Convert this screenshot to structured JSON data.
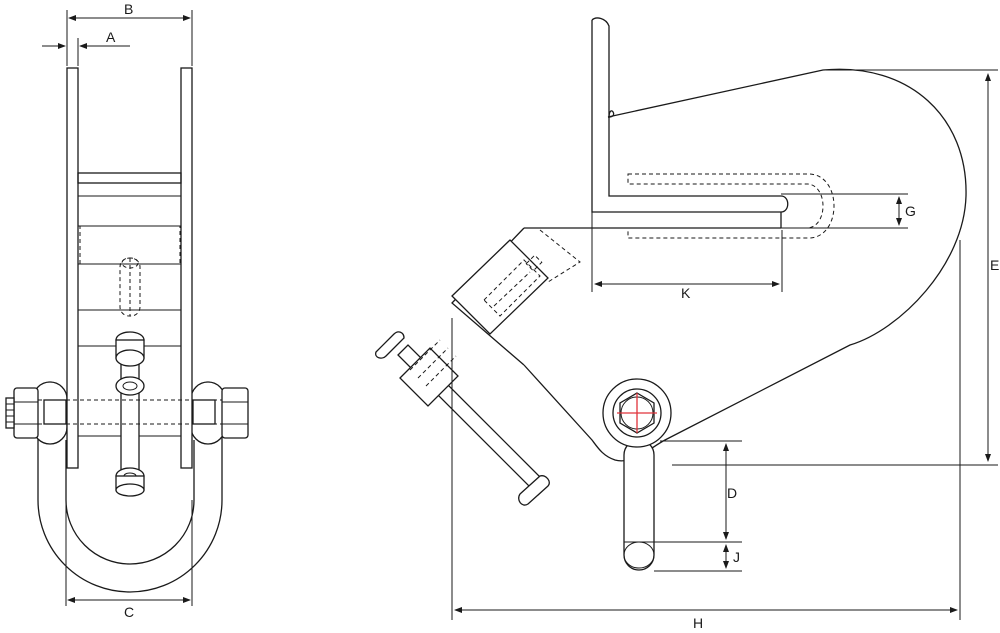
{
  "labels": {
    "A": "A",
    "B": "B",
    "C": "C",
    "D": "D",
    "E": "E",
    "G": "G",
    "H": "H",
    "J": "J",
    "K": "K"
  },
  "colors": {
    "line": "#1a1a1a",
    "bolt_cross": "#e0333a",
    "background": "#ffffff"
  }
}
